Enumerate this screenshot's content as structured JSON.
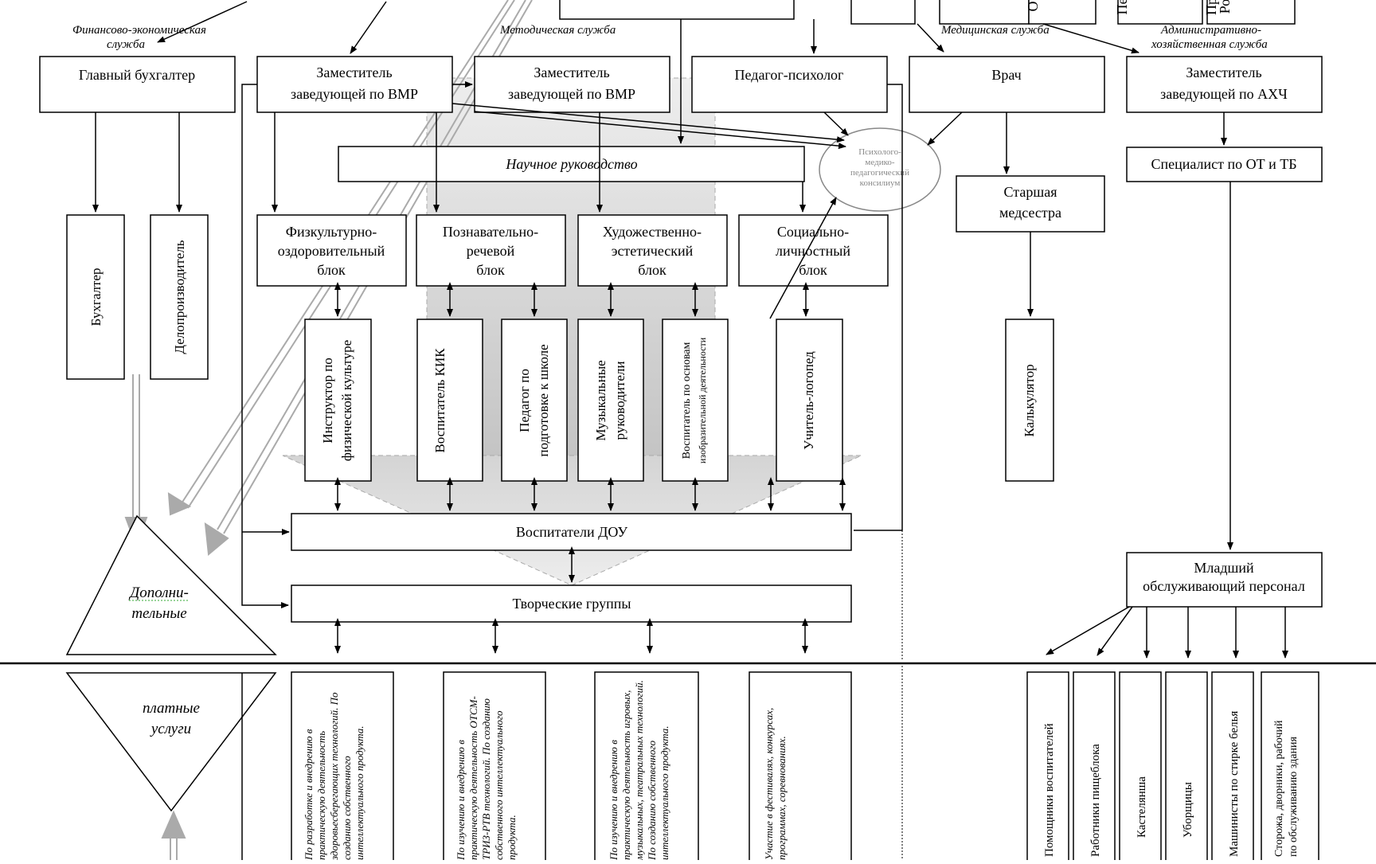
{
  "services": {
    "finance": "Финансово-экономическая служба",
    "method": "Методическая служба",
    "medical": "Медицинская служба",
    "admin": "Административно-хозяйственная служба"
  },
  "top_partial": [
    "О",
    "Пе",
    "Пр",
    "Ро"
  ],
  "boxes": {
    "chief_accountant": "Главный бухгалтер",
    "deputy_vmr_1": [
      "Заместитель",
      "заведующей по ВМР"
    ],
    "deputy_vmr_2": [
      "Заместитель",
      "заведующей по ВМР"
    ],
    "psychologist": "Педагог-психолог",
    "doctor": "Врач",
    "deputy_ahch": [
      "Заместитель",
      "заведующей по АХЧ"
    ],
    "scientific": "Научное руководство",
    "consilium": [
      "Психолого-",
      "медико-",
      "педагогический",
      "консилиум"
    ],
    "ot_tb": "Специалист по ОТ и ТБ",
    "senior_nurse": [
      "Старшая",
      "медсестра"
    ],
    "accountant": "Бухгалтер",
    "clerk": "Делопроизводитель",
    "block_phys": [
      "Физкультурно-",
      "оздоровительный",
      "блок"
    ],
    "block_cog": [
      "Познавательно-",
      "речевой",
      "блок"
    ],
    "block_art": [
      "Художественно-",
      "эстетический",
      "блок"
    ],
    "block_soc": [
      "Социально-",
      "личностный",
      "блок"
    ],
    "instructor": [
      "Инструктор по",
      "физической культуре"
    ],
    "kik": "Воспитатель КИК",
    "school_prep": [
      "Педагог по",
      "подготовке к школе"
    ],
    "music": [
      "Музыкальные",
      "руководители"
    ],
    "izo": [
      "Воспитатель по основам",
      "изобразительной деятельности"
    ],
    "logoped": "Учитель-логопед",
    "calculator": "Калькулятор",
    "educators": "Воспитатели ДОУ",
    "creative": "Творческие группы",
    "junior_staff": [
      "Младший",
      "обслуживающий персонал"
    ],
    "paid_top": [
      "Дополни-",
      "тельные"
    ],
    "paid_bottom": [
      "платные",
      "услуги"
    ]
  },
  "groups_text": [
    [
      "По разработке и внедрению в",
      "практическую деятельность",
      "здоровьесберегающих технологий. По",
      "созданию собственного",
      "интеллектуального продукта."
    ],
    [
      "По изучению и внедрению в",
      "практическую деятельность ОТСМ-",
      "ТРИЗ-РТВ технологий. По созданию",
      "собственного интеллектуального",
      "продукта."
    ],
    [
      "По изучению и внедрению в",
      "практическую деятельность игровых,",
      "музыкальных, театральных технологий.",
      "По созданию собственного",
      "интеллектуального продукта."
    ],
    [
      "Участие в фестивалях, конкурсах,",
      "программах, соревнованиях."
    ]
  ],
  "staff": [
    "Помощники воспитателей",
    "Работники пищеблока",
    "Кастелянша",
    "Уборщицы",
    "Машинисты по стирке белья",
    "Сторожа, дворники, рабочий по обслуживанию здания"
  ]
}
